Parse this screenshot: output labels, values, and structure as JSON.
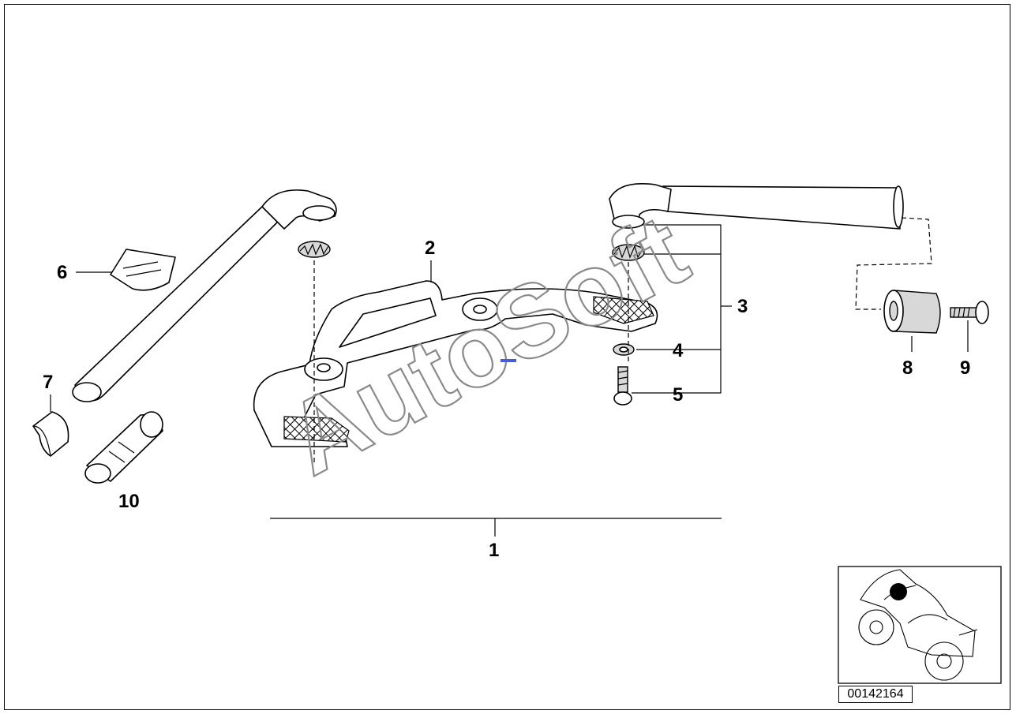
{
  "diagram": {
    "callouts": [
      {
        "id": "1",
        "label": "1"
      },
      {
        "id": "2",
        "label": "2"
      },
      {
        "id": "3",
        "label": "3"
      },
      {
        "id": "4",
        "label": "4"
      },
      {
        "id": "5",
        "label": "5"
      },
      {
        "id": "6",
        "label": "6"
      },
      {
        "id": "7",
        "label": "7"
      },
      {
        "id": "8",
        "label": "8"
      },
      {
        "id": "9",
        "label": "9"
      },
      {
        "id": "10",
        "label": "10"
      }
    ],
    "watermark": "AutoSoft",
    "document_number": "00142164"
  }
}
